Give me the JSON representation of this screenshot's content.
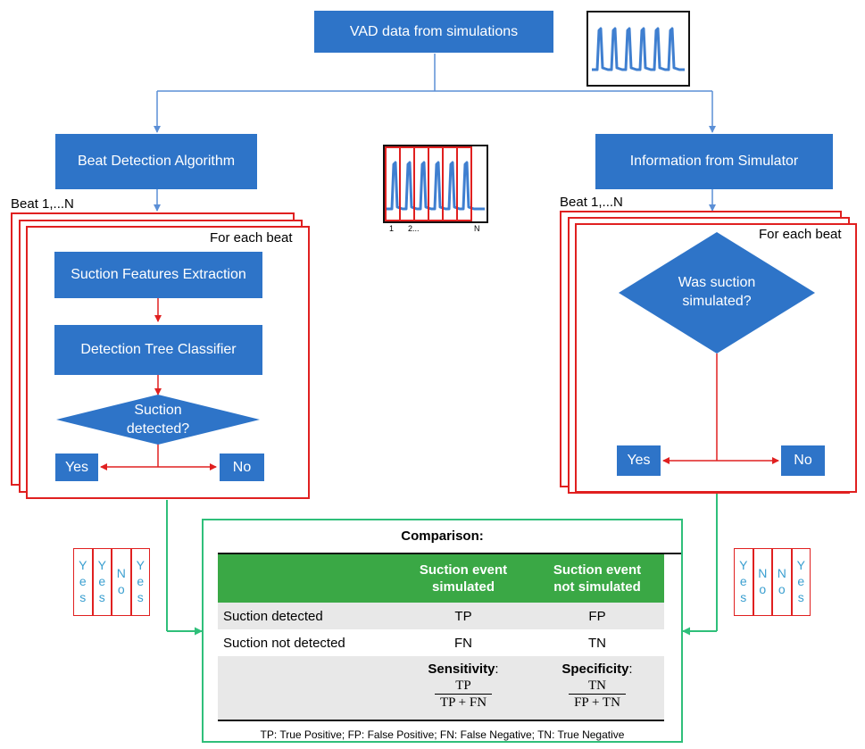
{
  "top": {
    "source_label": "VAD data from simulations"
  },
  "left": {
    "algorithm_label": "Beat Detection Algorithm",
    "beats_label": "Beat 1,...N",
    "for_each_label": "For each beat",
    "features_label": "Suction Features Extraction",
    "classifier_label": "Detection Tree Classifier",
    "decision_line1": "Suction",
    "decision_line2": "detected?",
    "yes_label": "Yes",
    "no_label": "No",
    "outputs": [
      "Yes",
      "Yes",
      "No",
      "Yes"
    ]
  },
  "right": {
    "info_label": "Information from Simulator",
    "beats_label": "Beat 1,...N",
    "for_each_label": "For each beat",
    "decision_line1": "Was suction",
    "decision_line2": "simulated?",
    "yes_label": "Yes",
    "no_label": "No",
    "outputs": [
      "Yes",
      "No",
      "No",
      "Yes"
    ]
  },
  "segment_ticks": {
    "first": "1",
    "second": "2...",
    "last": "N"
  },
  "comparison": {
    "title": "Comparison:",
    "col1_line1": "Suction event",
    "col1_line2": "simulated",
    "col2_line1": "Suction event",
    "col2_line2": "not simulated",
    "rows": [
      {
        "label": "Suction detected",
        "c1": "TP",
        "c2": "FP"
      },
      {
        "label": "Suction not detected",
        "c1": "FN",
        "c2": "TN"
      }
    ],
    "sensitivity_label": "Sensitivity",
    "sensitivity_colon": ":",
    "sensitivity_num": "TP",
    "sensitivity_den": "TP + FN",
    "specificity_label": "Specificity",
    "specificity_colon": ":",
    "specificity_num": "TN",
    "specificity_den": "FP + TN",
    "footnote": "TP: True Positive; FP: False Positive; FN: False Negative; TN: True Negative"
  },
  "colors": {
    "box_blue": "#2e74c8",
    "arrow_blue": "#5b8fd6",
    "frame_red": "#e02020",
    "comparison_green": "#2fbf7a",
    "header_green": "#3aa845",
    "signal_blue": "#3f7fd0"
  }
}
